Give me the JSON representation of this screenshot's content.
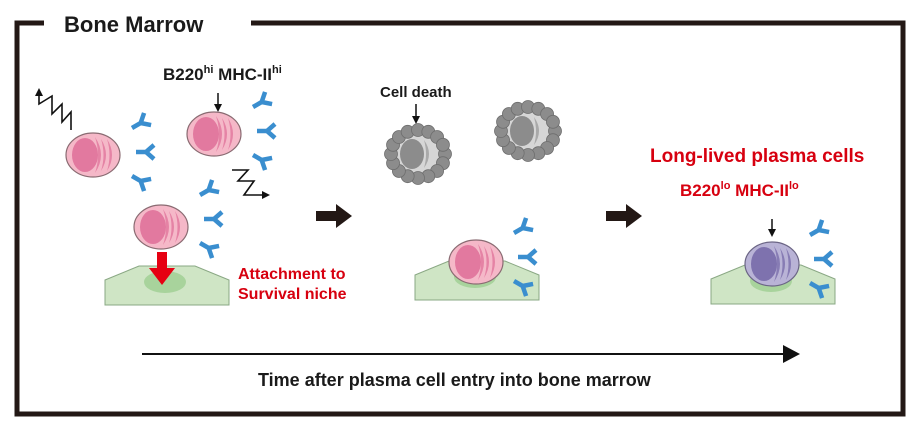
{
  "title": "Bone Marrow",
  "colors": {
    "frame": "#231815",
    "text": "#1a1a1a",
    "accent_red": "#d7000f",
    "cell_pink_fill": "#f5b8c8",
    "cell_pink_nucleus": "#e2799f",
    "cell_purple_fill": "#b9b3d6",
    "cell_purple_nucleus": "#7e72ae",
    "dead_cell_gray": "#8c8c8c",
    "dead_cell_light": "#d6d6d6",
    "niche_green": "#cfe5c5",
    "niche_green_dark": "#a8d39c",
    "antibody_blue": "#3a8ecf",
    "attach_arrow": "#e60012"
  },
  "labels": {
    "early_marker": {
      "b220": "B220",
      "b220_sup": "hi",
      "mhc": "MHC-II",
      "mhc_sup": "hi"
    },
    "cell_death": "Cell death",
    "attachment_line1": "Attachment to",
    "attachment_line2": "Survival niche",
    "long_lived": "Long-lived plasma cells",
    "late_marker": {
      "b220": "B220",
      "b220_sup": "lo",
      "mhc": "MHC-II",
      "mhc_sup": "lo"
    },
    "time_axis": "Time after plasma cell entry into bone marrow"
  },
  "stages": [
    {
      "name": "early",
      "description": "Migrating plasma cells, B220hi MHC-IIhi, secreting antibodies, one attaching to survival niche"
    },
    {
      "name": "middle",
      "description": "Unattached cells undergo cell death; attached cell survives on niche"
    },
    {
      "name": "late",
      "description": "Long-lived plasma cells B220lo MHC-IIlo on survival niche"
    }
  ]
}
